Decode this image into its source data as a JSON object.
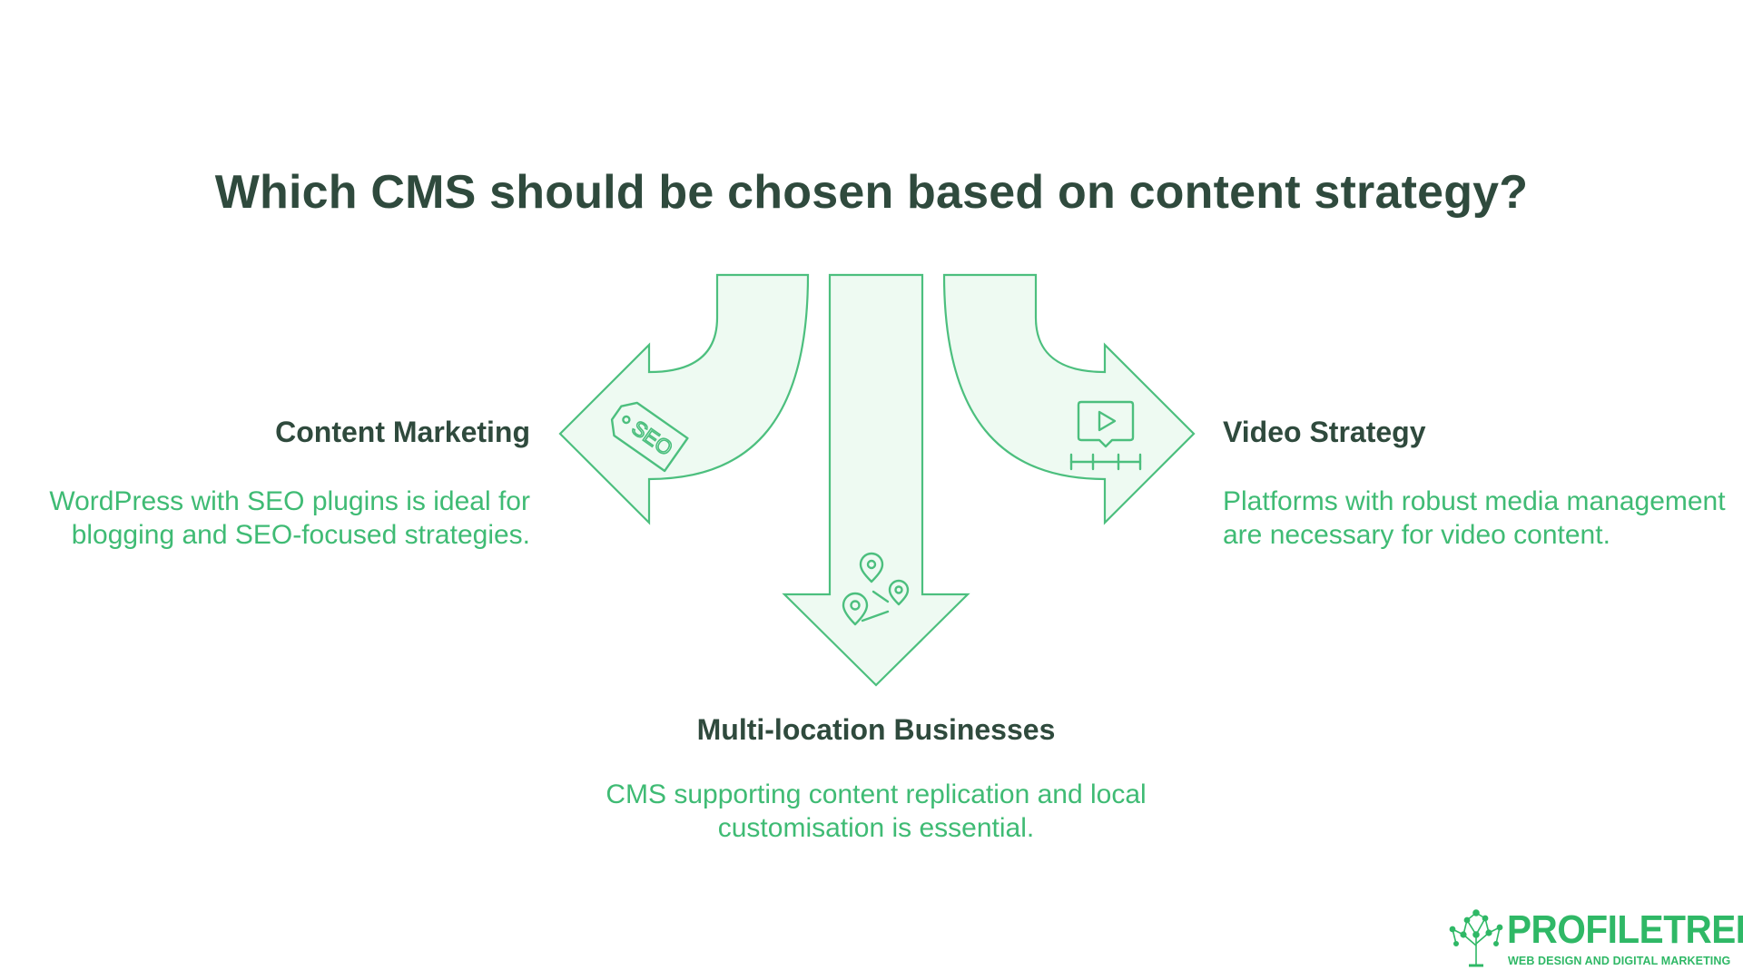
{
  "title": "Which CMS should be chosen based on content strategy?",
  "branches": {
    "left": {
      "heading": "Content Marketing",
      "description": "WordPress with SEO plugins is ideal for blogging and SEO-focused strategies.",
      "icon": "seo-tag-icon",
      "icon_text": "SEO"
    },
    "center": {
      "heading": "Multi-location Businesses",
      "description": "CMS supporting content replication and local customisation is essential.",
      "icon": "location-pins-icon"
    },
    "right": {
      "heading": "Video Strategy",
      "description": "Platforms with robust media management are necessary for video content.",
      "icon": "video-timeline-icon"
    }
  },
  "logo": {
    "name": "PROFILETREE",
    "tagline": "WEB DESIGN AND DIGITAL MARKETING",
    "icon": "tree-network-icon"
  },
  "colors": {
    "heading": "#2f4a3d",
    "accent": "#3fbb74",
    "arrow_fill": "#eefaf2",
    "arrow_stroke": "#4cbf7e"
  }
}
